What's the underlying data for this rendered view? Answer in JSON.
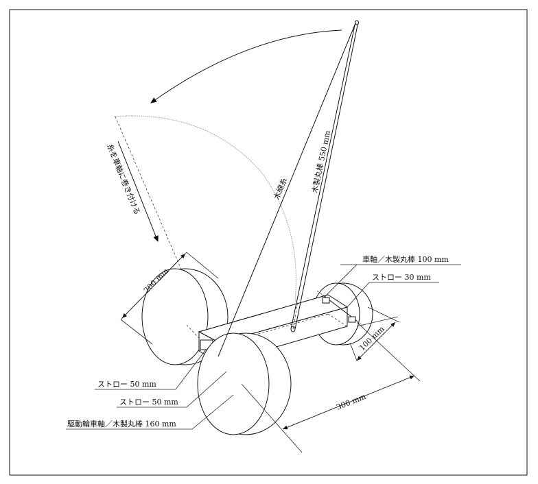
{
  "labels": {
    "axle_front": "車軸／木製丸棒 100 mm",
    "straw_front": "ストロー 30 mm",
    "mast": "木製丸棒 550 mm",
    "thread": "木綿糸",
    "wind_instruction": "糸を車軸に巻き付ける",
    "wheel_diameter": "200 mm",
    "width_dim": "100 mm",
    "length_dim": "300 mm",
    "straw_rear_1": "ストロー 50 mm",
    "straw_rear_2": "ストロー 50 mm",
    "drive_axle": "駆動輪車軸／木製丸棒 160 mm"
  }
}
